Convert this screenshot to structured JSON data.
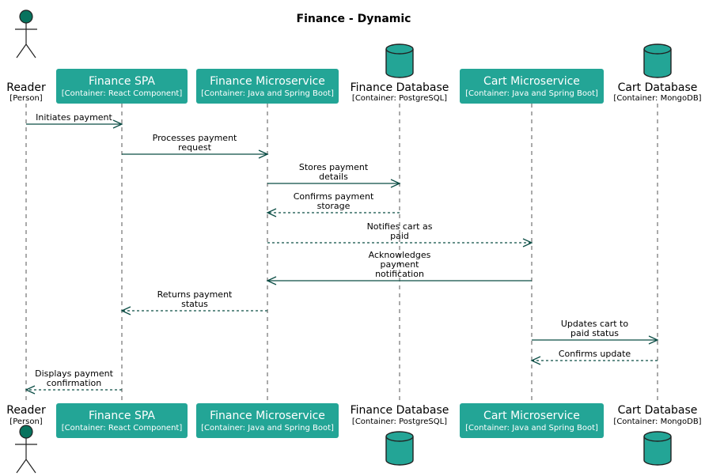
{
  "title": "Finance - Dynamic",
  "colors": {
    "container": "#23A596",
    "person": "#08735E",
    "arrow": "#0B4D45",
    "lifeline": "#555555"
  },
  "participants": [
    {
      "id": "reader",
      "kind": "person",
      "name": "Reader",
      "tech": "[Person]"
    },
    {
      "id": "spa",
      "kind": "container",
      "name": "Finance SPA",
      "tech": "[Container: React Component]"
    },
    {
      "id": "fms",
      "kind": "container",
      "name": "Finance Microservice",
      "tech": "[Container: Java and Spring Boot]"
    },
    {
      "id": "fdb",
      "kind": "database",
      "name": "Finance Database",
      "tech": "[Container: PostgreSQL]"
    },
    {
      "id": "cms",
      "kind": "container",
      "name": "Cart Microservice",
      "tech": "[Container: Java and Spring Boot]"
    },
    {
      "id": "cdb",
      "kind": "database",
      "name": "Cart Database",
      "tech": "[Container: MongoDB]"
    }
  ],
  "messages": [
    {
      "from": "reader",
      "to": "spa",
      "style": "solid",
      "label": [
        "Initiates payment"
      ]
    },
    {
      "from": "spa",
      "to": "fms",
      "style": "solid",
      "label": [
        "Processes payment",
        "request"
      ]
    },
    {
      "from": "fms",
      "to": "fdb",
      "style": "solid",
      "label": [
        "Stores payment",
        "details"
      ]
    },
    {
      "from": "fdb",
      "to": "fms",
      "style": "dashed",
      "label": [
        "Confirms payment",
        "storage"
      ]
    },
    {
      "from": "fms",
      "to": "cms",
      "style": "dashed",
      "label": [
        "Notifies cart as",
        "paid"
      ]
    },
    {
      "from": "cms",
      "to": "fms",
      "style": "solid",
      "label": [
        "Acknowledges",
        "payment",
        "notification"
      ]
    },
    {
      "from": "fms",
      "to": "spa",
      "style": "dashed",
      "label": [
        "Returns payment",
        "status"
      ]
    },
    {
      "from": "cms",
      "to": "cdb",
      "style": "solid",
      "label": [
        "Updates cart to",
        "paid status"
      ]
    },
    {
      "from": "cdb",
      "to": "cms",
      "style": "dashed",
      "label": [
        "Confirms update"
      ]
    },
    {
      "from": "spa",
      "to": "reader",
      "style": "dashed",
      "label": [
        "Displays payment",
        "confirmation"
      ]
    }
  ]
}
